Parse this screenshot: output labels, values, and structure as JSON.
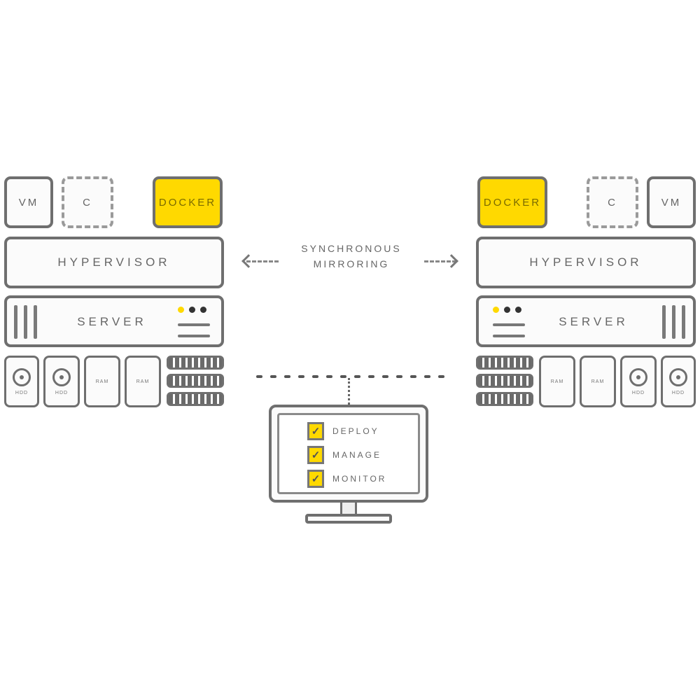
{
  "left_host": {
    "top_boxes": [
      {
        "label": "VM",
        "style": "solid"
      },
      {
        "label": "C",
        "style": "dashed"
      },
      {
        "label": "DOCKER",
        "style": "yellow"
      }
    ],
    "hypervisor_label": "HYPERVISOR",
    "server_label": "SERVER",
    "devices": [
      "HDD",
      "HDD",
      "RAM",
      "RAM"
    ]
  },
  "right_host": {
    "top_boxes": [
      {
        "label": "DOCKER",
        "style": "yellow"
      },
      {
        "label": "C",
        "style": "dashed"
      },
      {
        "label": "VM",
        "style": "solid"
      }
    ],
    "hypervisor_label": "HYPERVISOR",
    "server_label": "SERVER",
    "devices": [
      "RAM",
      "RAM",
      "HDD",
      "HDD"
    ]
  },
  "sync": {
    "line1": "SYNCHRONOUS",
    "line2": "MIRRORING"
  },
  "console": {
    "items": [
      "DEPLOY",
      "MANAGE",
      "MONITOR"
    ],
    "check_glyph": "✓"
  },
  "colors": {
    "accent": "#ffd900",
    "stroke": "#6f6f6f"
  }
}
